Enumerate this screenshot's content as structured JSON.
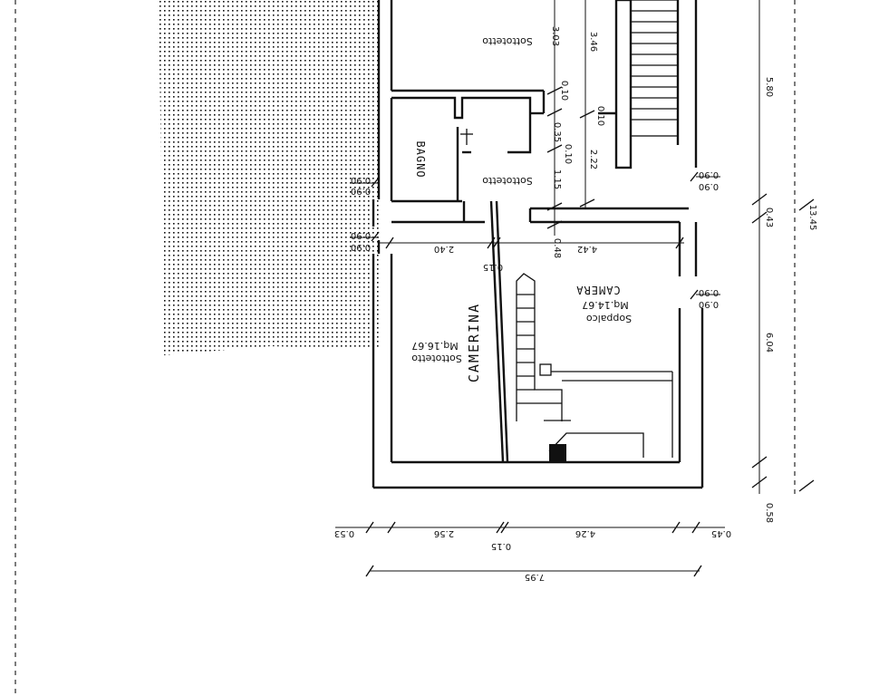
{
  "rooms": {
    "sottotetto_top": "Sottotetto",
    "bagno": "BAGNO",
    "sottotetto_mid": "Sottotetto",
    "sottotetto_left": "Sottotetto",
    "sottotetto_left_area": "Mq.16.67",
    "cameretta": "CAMERINA",
    "soppalco": "Soppalco",
    "soppalco_area": "Mq.14.67",
    "camera": "CAMERA"
  },
  "dimensions": {
    "d_303": "3.03",
    "d_346": "3.46",
    "d_010a": "0.10",
    "d_010b": "0.10",
    "d_035": "0.35",
    "d_010c": "0.10",
    "d_222": "2.22",
    "d_115": "1.15",
    "d_048": "0.48",
    "d_240": "2.40",
    "d_442": "4.42",
    "d_015a": "0.15",
    "d_580": "5.80",
    "d_043": "0.43",
    "d_1345": "13.45",
    "d_604": "6.04",
    "d_058": "0.58",
    "d_090a": "0.90",
    "d_090b": "0.90",
    "d_090c": "0.90",
    "d_090d": "0.90",
    "d_090e": "0.90",
    "d_090f": "0.90",
    "d_090g": "0.90",
    "d_090h": "0.90",
    "d_053": "0.53",
    "d_256": "2.56",
    "d_015b": "0.15",
    "d_426": "4.26",
    "d_045": "0.45",
    "d_795": "7.95"
  }
}
